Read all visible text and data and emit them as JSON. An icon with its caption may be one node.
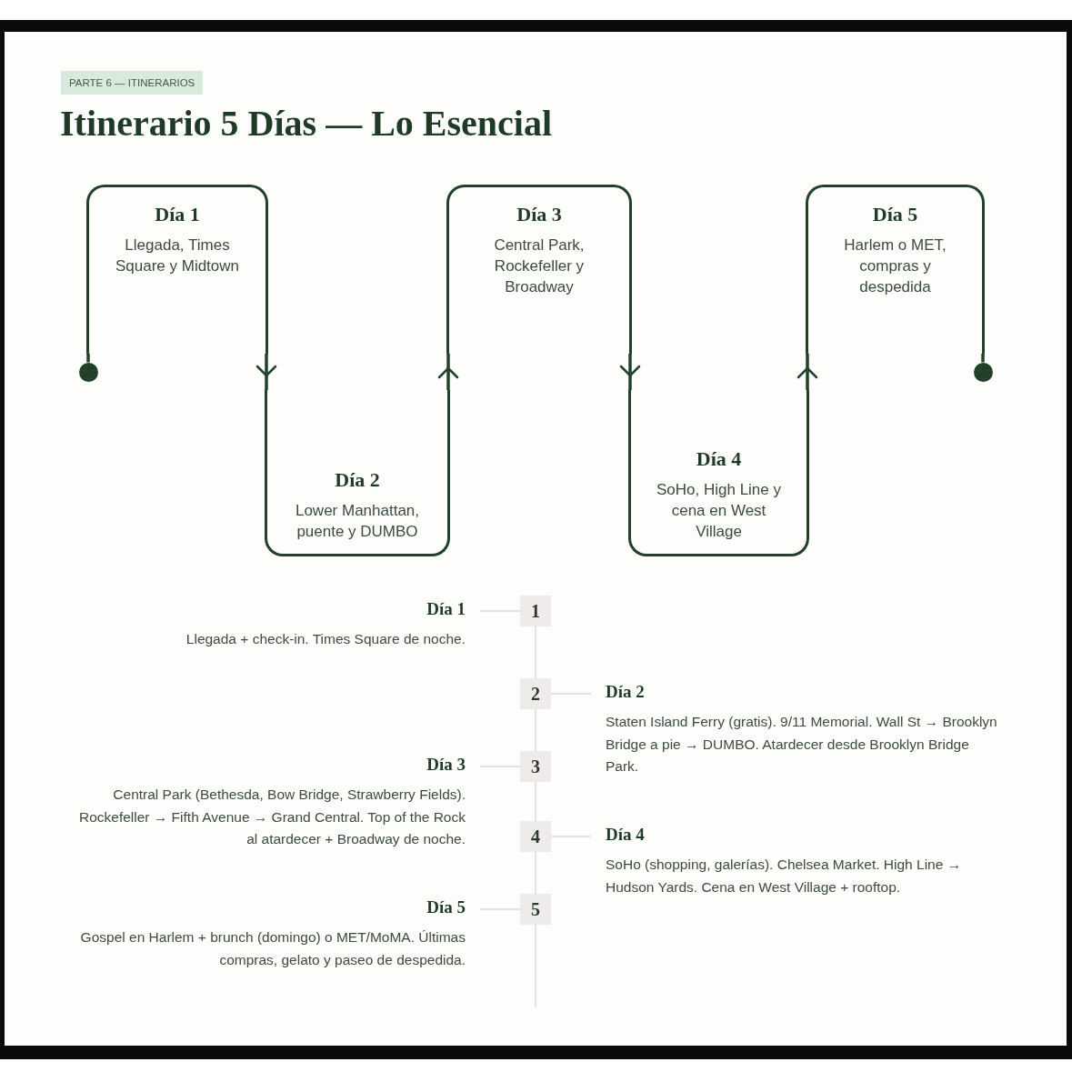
{
  "diagram": {
    "title": "Itinerario 5 Días — Lo Esencial",
    "nodes": [
      {
        "text": [],
        "shape": "circle"
      },
      {
        "text": [
          "Día 1",
          "Llegada, Times Square y Midtown"
        ]
      },
      {
        "text": [
          "Día 2",
          "Lower Manhattan, puente y DUMBO"
        ]
      },
      {
        "text": [
          "Día 3",
          "Central Park, Rockefeller y Broadway"
        ]
      },
      {
        "text": [
          "Día 4",
          "SoHo, High Line y cena en West Village"
        ]
      },
      {
        "text": [
          "Día 5",
          "Harlem o MET, compras y despedida"
        ]
      },
      {
        "text": [],
        "shape": "circle"
      },
      {
        "text": [
          "Día 1",
          "Llegada + check-in. Times Square de noche."
        ]
      },
      {
        "text": [
          "1"
        ]
      },
      {
        "text": [
          "2"
        ]
      },
      {
        "text": [
          "Día 2",
          "Staten Island Ferry (gratis). 9/11 Memorial. Wall St → Brooklyn Bridge a pie → DUMBO. Atardecer desde Brooklyn Bridge Park."
        ]
      },
      {
        "text": [
          "Día 3",
          "Central Park (Bethesda, Bow Bridge, Strawberry Fields). Rockefeller → Fifth Avenue → Grand Central. Top of the Rock al atardecer + Broadway de noche."
        ]
      },
      {
        "text": [
          "3"
        ]
      },
      {
        "text": [
          "4"
        ]
      },
      {
        "text": [
          "Día 4",
          "SoHo (shopping, galerías). Chelsea Market. High Line → Hudson Yards. Cena en West Village + rooftop."
        ]
      },
      {
        "text": [
          "Día 5",
          "Gospel en Harlem + brunch (domingo) o MET/MoMA. Últimas compras, gelato y paseo de despedida."
        ]
      },
      {
        "text": [
          "5"
        ]
      }
    ],
    "edges": [
      {
        "from": 0,
        "to": 1,
        "arrow": "none",
        "style": "thick",
        "color": "#22402a"
      },
      {
        "from": 1,
        "to": 2,
        "arrow": "to",
        "style": "thick",
        "color": "#22402a"
      },
      {
        "from": 2,
        "to": 3,
        "arrow": "to",
        "style": "thick",
        "color": "#22402a"
      },
      {
        "from": 3,
        "to": 4,
        "arrow": "to",
        "style": "thick",
        "color": "#22402a"
      },
      {
        "from": 4,
        "to": 5,
        "arrow": "to",
        "style": "thick",
        "color": "#22402a"
      },
      {
        "from": 5,
        "to": 6,
        "arrow": "none",
        "style": "thick",
        "color": "#22402a"
      },
      {
        "from": 7,
        "to": 8,
        "arrow": "none"
      },
      {
        "from": 9,
        "to": 10,
        "arrow": "none"
      },
      {
        "from": 11,
        "to": 12,
        "arrow": "none"
      },
      {
        "from": 13,
        "to": 14,
        "arrow": "none"
      },
      {
        "from": 15,
        "to": 16,
        "arrow": "none"
      },
      {
        "from": 8,
        "to": 9,
        "arrow": "none"
      },
      {
        "from": 9,
        "to": 12,
        "arrow": "none"
      },
      {
        "from": 12,
        "to": 13,
        "arrow": "none"
      },
      {
        "from": 13,
        "to": 16,
        "arrow": "none"
      },
      {
        "from": 16,
        "to": null,
        "arrow": "none"
      }
    ],
    "labels": [
      "PARTE 6 — ITINERARIOS"
    ]
  }
}
